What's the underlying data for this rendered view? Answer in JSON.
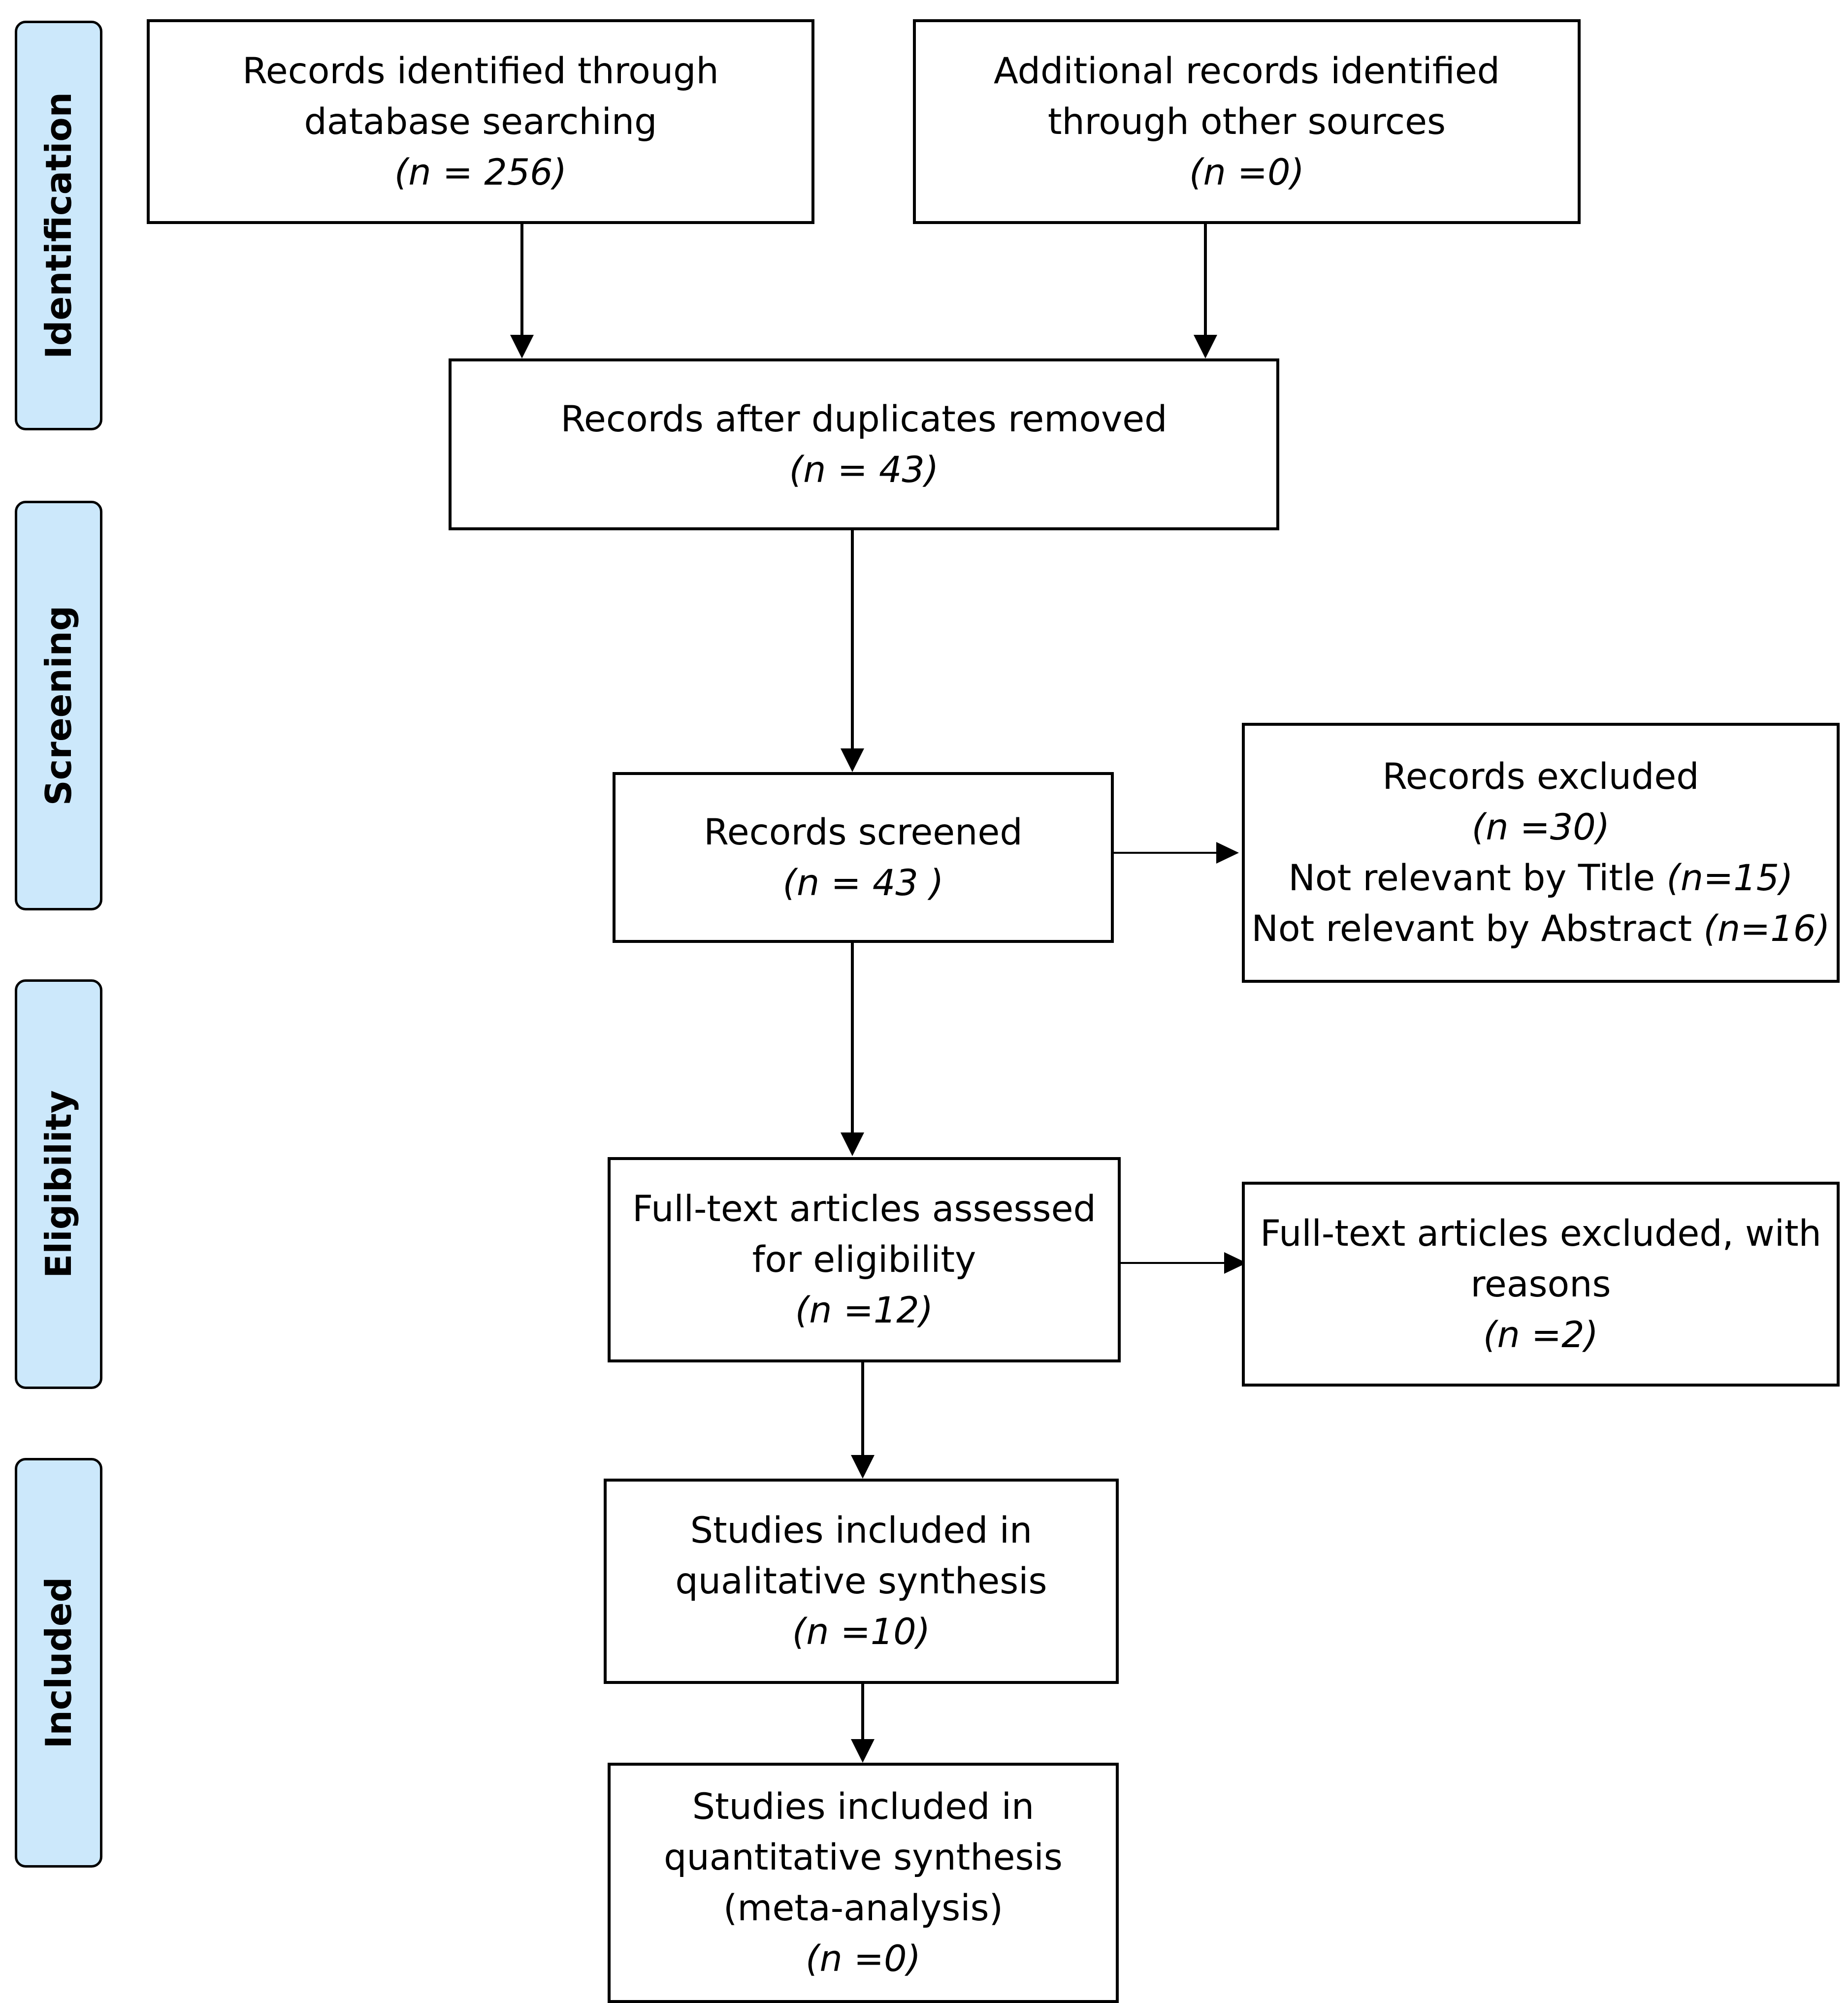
{
  "stages": {
    "identification": "Identification",
    "screening": "Screening",
    "eligibility": "Eligibility",
    "included": "Included"
  },
  "nodes": {
    "database_records": {
      "line1": "Records identified through",
      "line2": "database searching",
      "count": "(n = 256)"
    },
    "other_sources": {
      "line1": "Additional records identified",
      "line2": "through other sources",
      "count": "(n =0)"
    },
    "after_duplicates": {
      "line1": "Records after duplicates removed",
      "count": "(n = 43)"
    },
    "screened": {
      "line1": "Records screened",
      "count": "(n = 43 )"
    },
    "excluded": {
      "line1": "Records excluded",
      "count": "(n =30)",
      "reason1_text": "Not relevant by Title",
      "reason1_count": "(n=15)",
      "reason2_text": "Not relevant by Abstract",
      "reason2_count": "(n=16)"
    },
    "fulltext_assessed": {
      "line1": "Full-text articles assessed",
      "line2": "for eligibility",
      "count": "(n =12)"
    },
    "fulltext_excluded": {
      "line1": "Full-text articles excluded, with",
      "line2": "reasons",
      "count": "(n =2)"
    },
    "qualitative": {
      "line1": "Studies included in",
      "line2": "qualitative synthesis",
      "count": "(n =10)"
    },
    "quantitative": {
      "line1": "Studies included in",
      "line2": "quantitative synthesis",
      "line3": "(meta-analysis)",
      "count": "(n =0)"
    }
  },
  "edges": [
    {
      "from": "database_records",
      "to": "after_duplicates"
    },
    {
      "from": "other_sources",
      "to": "after_duplicates"
    },
    {
      "from": "after_duplicates",
      "to": "screened"
    },
    {
      "from": "screened",
      "to": "excluded"
    },
    {
      "from": "screened",
      "to": "fulltext_assessed"
    },
    {
      "from": "fulltext_assessed",
      "to": "fulltext_excluded"
    },
    {
      "from": "fulltext_assessed",
      "to": "qualitative"
    },
    {
      "from": "qualitative",
      "to": "quantitative"
    }
  ]
}
